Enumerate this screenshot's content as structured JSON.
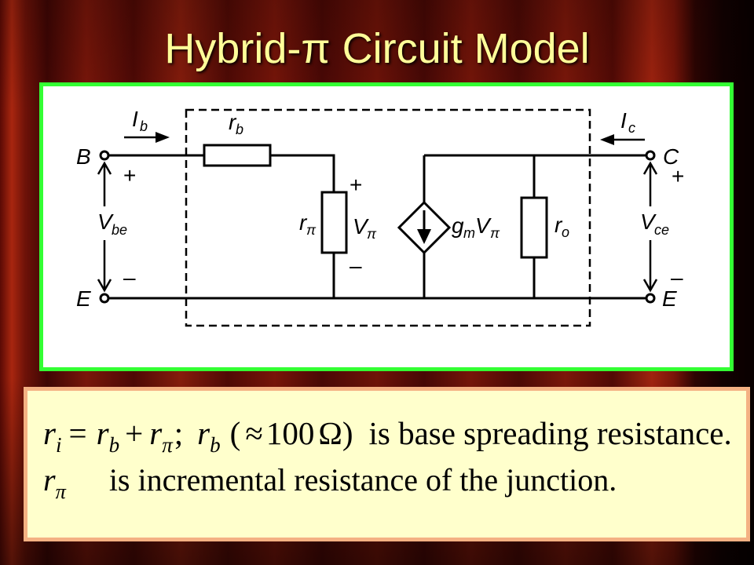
{
  "slide": {
    "title": "Hybrid-π Circuit Model"
  },
  "colors": {
    "title_text": "#FFFF99",
    "diagram_border": "#33FF33",
    "diagram_background": "#FFFFFF",
    "notes_border": "#F4B183",
    "notes_background": "#FFFFCC"
  },
  "circuit": {
    "terminals": {
      "base": "B",
      "emitter_left": "E",
      "collector": "C",
      "emitter_right": "E"
    },
    "base_current": {
      "symbol": "I",
      "sub": "b"
    },
    "collector_current": {
      "symbol": "I",
      "sub": "c"
    },
    "base_resistor": {
      "symbol": "r",
      "sub": "b"
    },
    "pi_resistor": {
      "symbol": "r",
      "sub": "π"
    },
    "output_resistor": {
      "symbol": "r",
      "sub": "o"
    },
    "input_voltage": {
      "symbol": "V",
      "sub": "be",
      "plus": "+",
      "minus": "–"
    },
    "pi_voltage": {
      "symbol": "V",
      "sub": "π",
      "plus": "+",
      "minus": "–"
    },
    "output_voltage": {
      "symbol": "V",
      "sub": "ce",
      "plus": "+",
      "minus": "–"
    },
    "current_source": {
      "gain": "g",
      "gain_sub": "m",
      "control": "V",
      "control_sub": "π"
    }
  },
  "notes": {
    "line1": {
      "ri": {
        "symbol": "r",
        "sub": "i"
      },
      "equals": "=",
      "rb_a": {
        "symbol": "r",
        "sub": "b"
      },
      "plus": "+",
      "rpi": {
        "symbol": "r",
        "sub": "π"
      },
      "separator": ";",
      "rb_b": {
        "symbol": "r",
        "sub": "b"
      },
      "open_paren": "(",
      "approx": "≈",
      "value": "100",
      "unit": "Ω",
      "close_paren": ")",
      "text": "is base spreading resistance."
    },
    "line2": {
      "rpi": {
        "symbol": "r",
        "sub": "π"
      },
      "text": "is incremental resistance of the junction."
    }
  }
}
